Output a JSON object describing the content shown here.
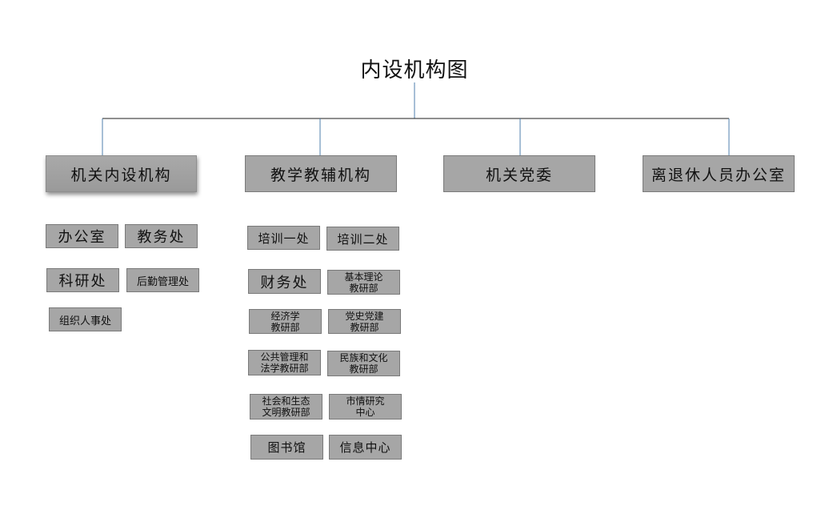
{
  "diagram": {
    "title": "内设机构图",
    "colors": {
      "box_fill": "#a6a6a6",
      "box_border": "#7a7a7a",
      "connector_main": "#1f1f1f",
      "connector_drop": "#4f7fae"
    },
    "top_level": [
      {
        "label": "机关内设机构"
      },
      {
        "label": "教学教辅机构"
      },
      {
        "label": "机关党委"
      },
      {
        "label": "离退休人员办公室"
      }
    ],
    "group_1": [
      {
        "label": "办公室"
      },
      {
        "label": "教务处"
      },
      {
        "label": "科研处"
      },
      {
        "label": "后勤管理处"
      },
      {
        "label": "组织人事处"
      }
    ],
    "group_2": [
      {
        "label": "培训一处"
      },
      {
        "label": "培训二处"
      },
      {
        "label": "财务处"
      },
      {
        "label": "基本理论\n教研部"
      },
      {
        "label": "经济学\n教研部"
      },
      {
        "label": "党史党建\n教研部"
      },
      {
        "label": "公共管理和\n法学教研部"
      },
      {
        "label": "民族和文化\n教研部"
      },
      {
        "label": "社会和生态\n文明教研部"
      },
      {
        "label": "市情研究\n中心"
      },
      {
        "label": "图书馆"
      },
      {
        "label": "信息中心"
      }
    ]
  }
}
